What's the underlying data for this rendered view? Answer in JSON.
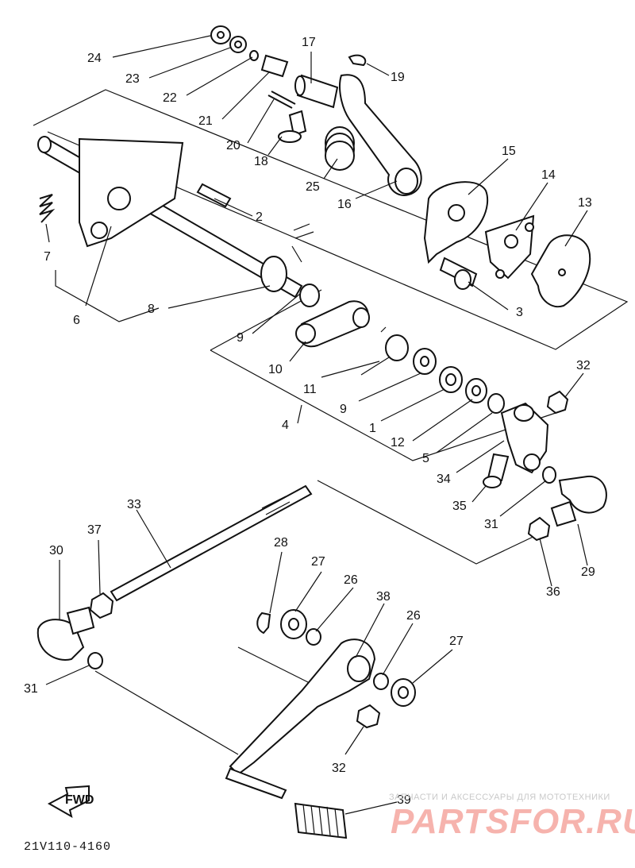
{
  "diagram": {
    "drawing_code": "21V110-4160",
    "fwd_label": "FWD",
    "watermark_caption": "ЗАПЧАСТИ И АКСЕССУАРЫ ДЛЯ МОТОТЕХНИКИ",
    "watermark_logo": "PARTSFOR.RU",
    "callouts": [
      "24",
      "23",
      "22",
      "21",
      "20",
      "18",
      "17",
      "19",
      "25",
      "16",
      "15",
      "14",
      "13",
      "2",
      "7",
      "6",
      "8",
      "3",
      "9",
      "10",
      "11",
      "9",
      "1",
      "12",
      "5",
      "4",
      "32",
      "34",
      "35",
      "31",
      "36",
      "29",
      "33",
      "37",
      "30",
      "28",
      "27",
      "26",
      "38",
      "26",
      "27",
      "31",
      "32",
      "39"
    ]
  }
}
